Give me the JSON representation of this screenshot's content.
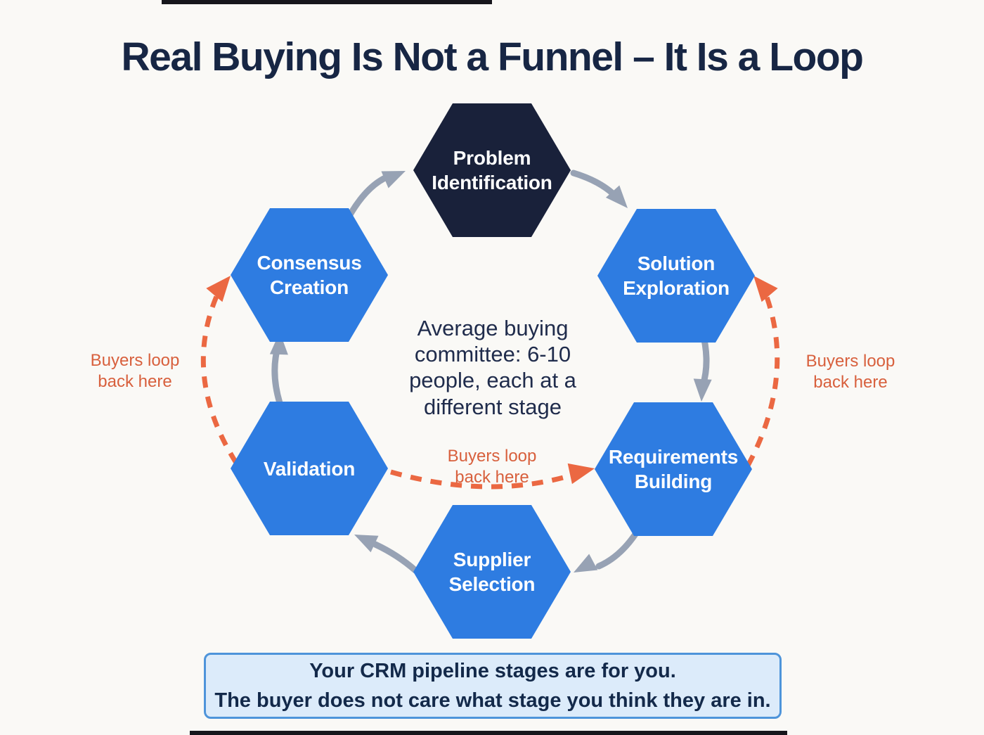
{
  "title": "Real Buying Is Not a Funnel – It Is a Loop",
  "stages": [
    {
      "label": "Problem Identification",
      "emphasized": true,
      "color": "#19213a"
    },
    {
      "label": "Solution Exploration",
      "emphasized": false,
      "color": "#2e7ce1"
    },
    {
      "label": "Requirements Building",
      "emphasized": false,
      "color": "#2e7ce1"
    },
    {
      "label": "Supplier Selection",
      "emphasized": false,
      "color": "#2e7ce1"
    },
    {
      "label": "Validation",
      "emphasized": false,
      "color": "#2e7ce1"
    },
    {
      "label": "Consensus Creation",
      "emphasized": false,
      "color": "#2e7ce1"
    }
  ],
  "center_note": "Average buying committee: 6-10 people, each at a different stage",
  "loop_labels": {
    "left": "Buyers loop back here",
    "right": "Buyers loop back here",
    "center": "Buyers loop back here"
  },
  "footer_note": {
    "line1": "Your CRM pipeline stages are for you.",
    "line2": "The buyer does not care what stage you think they are in."
  },
  "colors": {
    "background": "#faf9f6",
    "title_text": "#172644",
    "hex_blue": "#2e7ce1",
    "hex_dark_navy": "#19213a",
    "hex_text": "#ffffff",
    "flow_arrow_gray": "#97a2b4",
    "loop_arrow_orange": "#eb6842",
    "loop_label_orange": "#d8603d",
    "footer_bg": "#dcebfa",
    "footer_border": "#4e94da",
    "footer_text": "#13294a"
  }
}
